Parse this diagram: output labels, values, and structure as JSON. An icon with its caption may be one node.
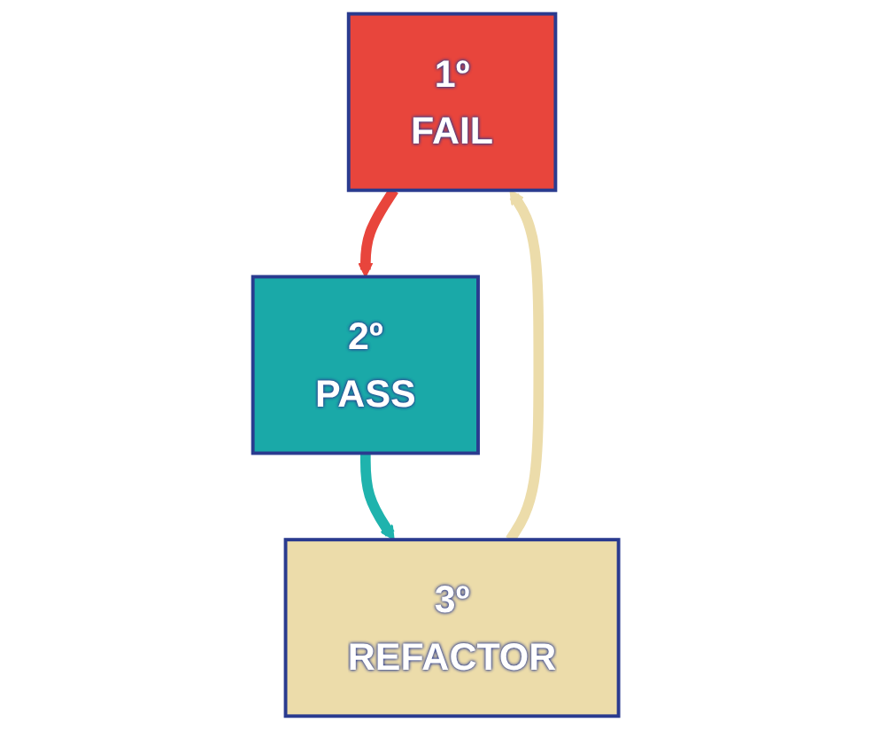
{
  "diagram": {
    "nodes": [
      {
        "text": [
          "1º",
          "FAIL"
        ]
      },
      {
        "text": [
          "2º",
          "PASS"
        ]
      },
      {
        "text": [
          "3º",
          "REFACTOR"
        ]
      }
    ],
    "edges": [
      {
        "from": 0,
        "to": 1,
        "arrow": "to",
        "color": "#e8453c"
      },
      {
        "from": 1,
        "to": 2,
        "arrow": "to",
        "color": "#1fb3ad"
      },
      {
        "from": 2,
        "to": 0,
        "arrow": "to",
        "color": "#ecdcaa"
      }
    ]
  }
}
